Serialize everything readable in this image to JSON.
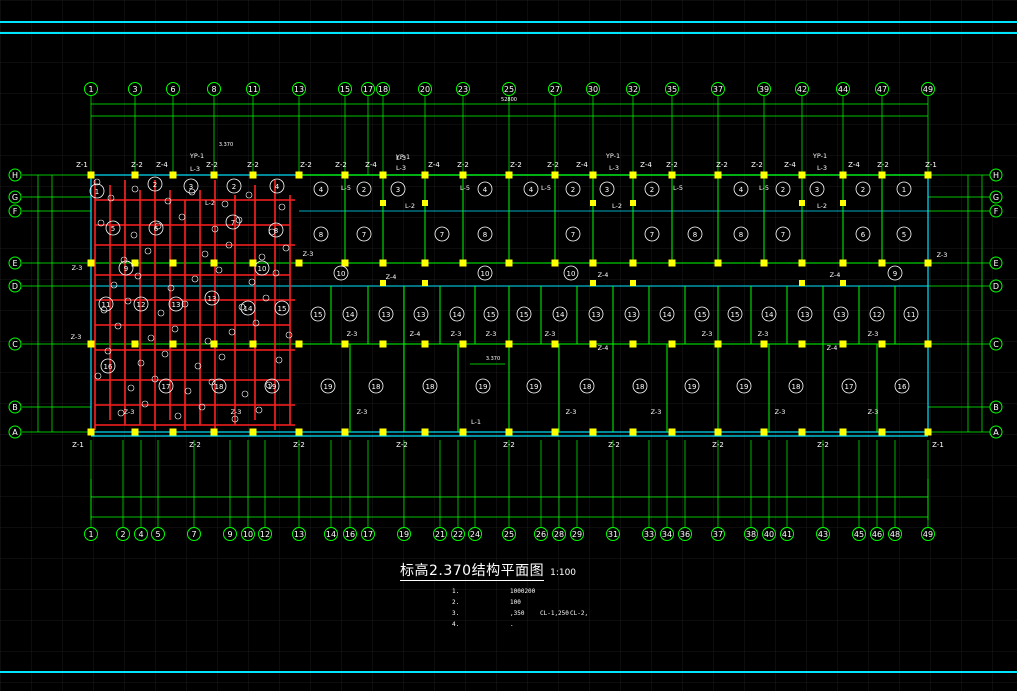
{
  "drawing": {
    "title": "标高2.370结构平面图",
    "scale": "1:100",
    "colors": {
      "background": "#000000",
      "axis": "#00ff00",
      "frame": "#00ffff",
      "column": "#ffff00",
      "rebar": "#ff0000",
      "text": "#ffffff"
    },
    "top_axes": [
      "1",
      "3",
      "6",
      "8",
      "11",
      "13",
      "15",
      "17",
      "18",
      "20",
      "23",
      "25",
      "27",
      "30",
      "32",
      "35",
      "37",
      "39",
      "42",
      "44",
      "47",
      "49"
    ],
    "bottom_axes": [
      "1",
      "2",
      "4",
      "5",
      "7",
      "9",
      "10",
      "12",
      "13",
      "14",
      "16",
      "17",
      "19",
      "21",
      "22",
      "24",
      "25",
      "26",
      "28",
      "29",
      "31",
      "33",
      "34",
      "36",
      "37",
      "38",
      "40",
      "41",
      "43",
      "45",
      "46",
      "48",
      "49"
    ],
    "row_axes": [
      "H",
      "G",
      "F",
      "E",
      "D",
      "C",
      "B",
      "A"
    ],
    "overall_dim": "52800",
    "columns_top": [
      "Z-1",
      "Z-2",
      "Z-4",
      "Z-2",
      "Z-2",
      "Z-2",
      "Z-2",
      "Z-4",
      "Z-4",
      "Z-2",
      "Z-2",
      "Z-2",
      "Z-4",
      "Z-4",
      "Z-2",
      "Z-2",
      "Z-2",
      "Z-4",
      "Z-4",
      "Z-2",
      "Z-1"
    ],
    "columns_bottom": [
      "Z-1",
      "Z-2",
      "Z-2",
      "Z-2",
      "Z-2",
      "Z-2",
      "Z-2",
      "Z-2",
      "Z-1"
    ],
    "beam_labels": [
      "L-3",
      "L-2",
      "YP-1",
      "L-1",
      "L-5",
      "Z-3",
      "Z-4"
    ],
    "room_numbers_row1": [
      "1",
      "2",
      "3",
      "4",
      "5",
      "6",
      "7",
      "8",
      "9",
      "10",
      "11",
      "12",
      "13",
      "14",
      "15",
      "16",
      "17",
      "18",
      "19"
    ],
    "elevation_note": "3.370",
    "elevation_note2": "3.370",
    "notes": [
      {
        "n": "1.",
        "a": "1000200",
        "b": "",
        "c": ""
      },
      {
        "n": "2.",
        "a": "100",
        "b": "",
        "c": ""
      },
      {
        "n": "3.",
        "a": ",350",
        "b": "CL-1,250",
        "c": "CL-2,"
      },
      {
        "n": "4.",
        "a": ".",
        "b": "",
        "c": ""
      }
    ]
  }
}
